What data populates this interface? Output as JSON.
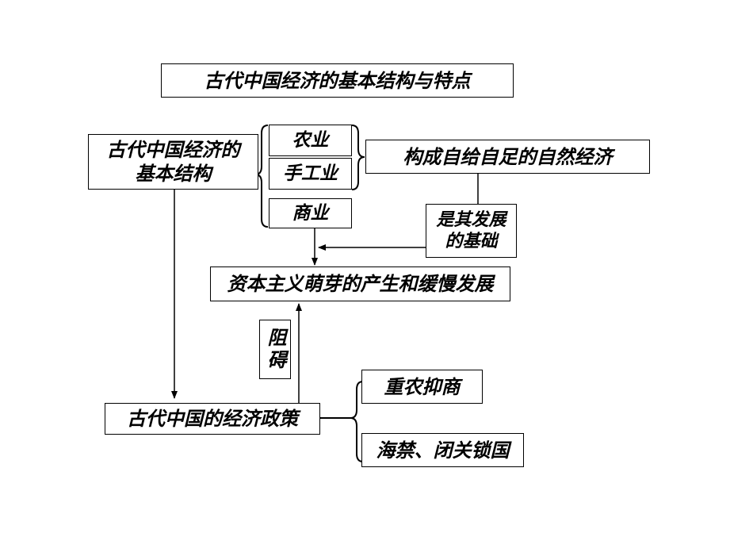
{
  "title": "古代中国经济的基本结构与特点",
  "nodes": {
    "basic_structure": "古代中国经济的\n基本结构",
    "agriculture": "农业",
    "handicraft": "手工业",
    "commerce": "商业",
    "natural_economy": "构成自给自足的自然经济",
    "foundation": "是其发展\n的基础",
    "capitalism": "资本主义萌芽的产生和缓慢发展",
    "obstruct": "阻碍",
    "policy": "古代中国的经济政策",
    "agri_over_commerce": "重农抑商",
    "sea_ban": "海禁、闭关锁国"
  }
}
